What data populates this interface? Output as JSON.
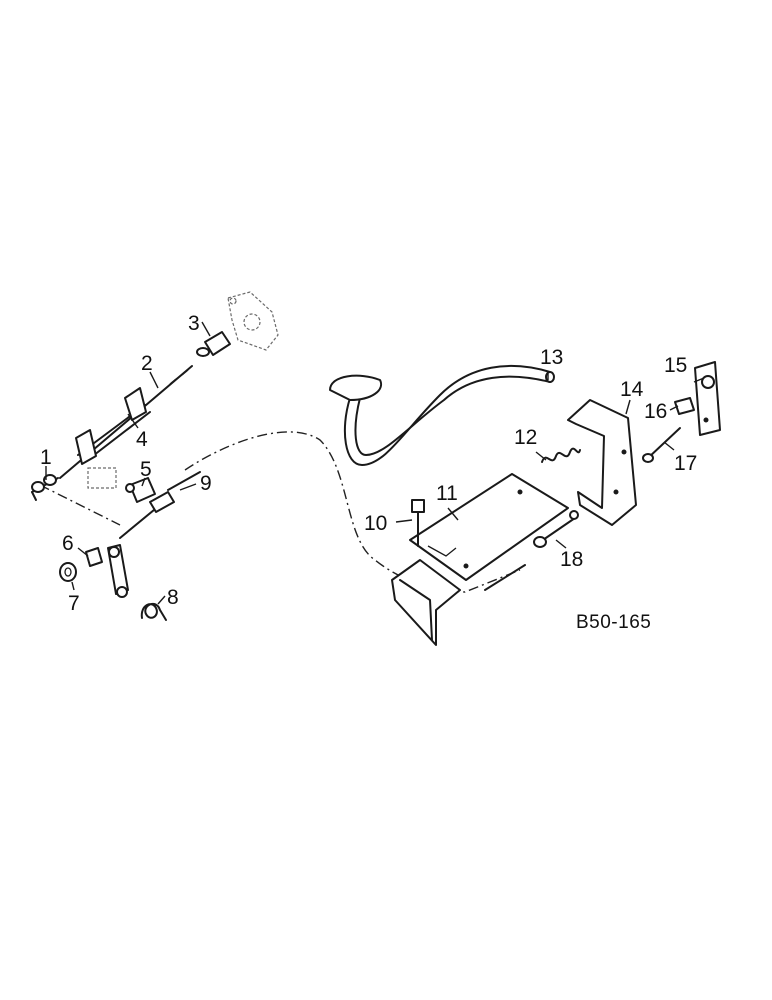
{
  "diagram": {
    "reference_code": "B50-165",
    "callouts": [
      {
        "id": "c1",
        "label": "1"
      },
      {
        "id": "c2",
        "label": "2"
      },
      {
        "id": "c3",
        "label": "3"
      },
      {
        "id": "c4",
        "label": "4"
      },
      {
        "id": "c5",
        "label": "5"
      },
      {
        "id": "c6",
        "label": "6"
      },
      {
        "id": "c7",
        "label": "7"
      },
      {
        "id": "c8",
        "label": "8"
      },
      {
        "id": "c9",
        "label": "9"
      },
      {
        "id": "c10",
        "label": "10"
      },
      {
        "id": "c11",
        "label": "11"
      },
      {
        "id": "c12",
        "label": "12"
      },
      {
        "id": "c13",
        "label": "13"
      },
      {
        "id": "c14",
        "label": "14"
      },
      {
        "id": "c15",
        "label": "15"
      },
      {
        "id": "c16",
        "label": "16"
      },
      {
        "id": "c17",
        "label": "17"
      },
      {
        "id": "c18",
        "label": "18"
      }
    ]
  }
}
